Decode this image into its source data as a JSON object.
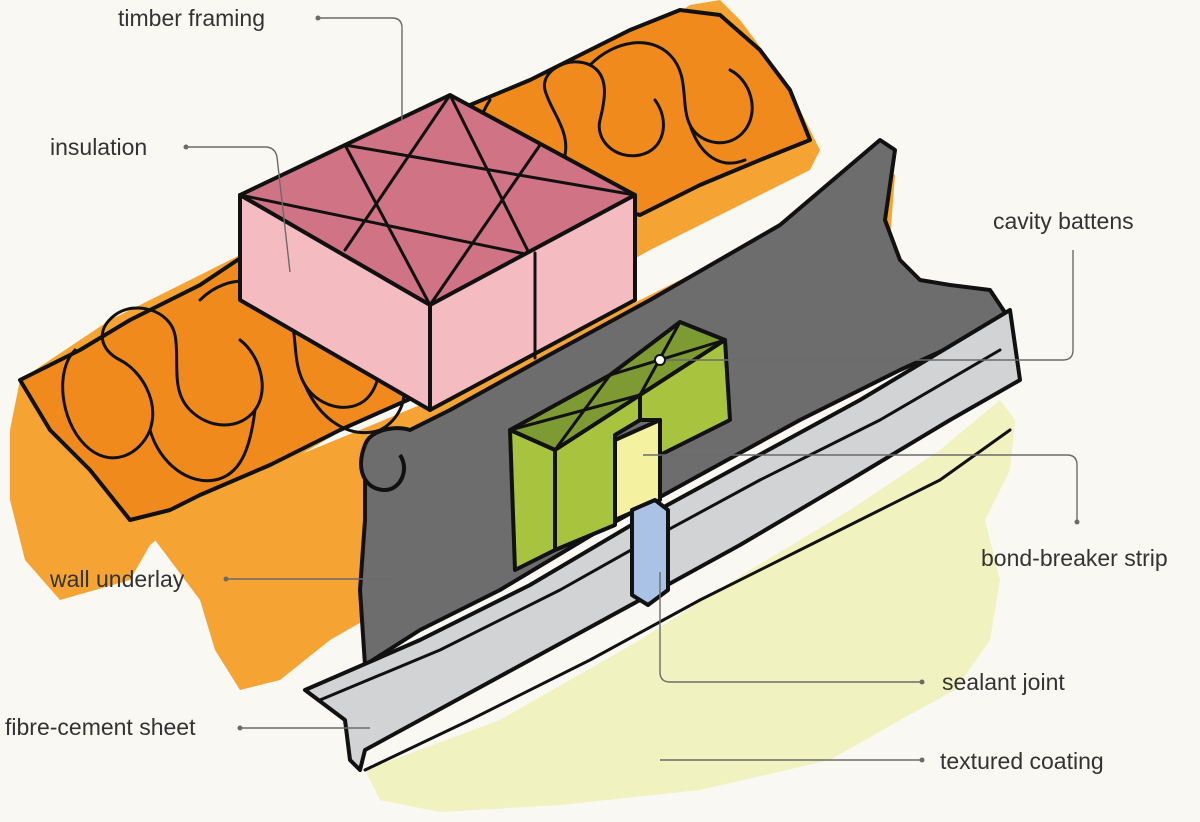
{
  "labels": {
    "timber_framing": "timber framing",
    "insulation": "insulation",
    "cavity_battens": "cavity battens",
    "bond_breaker_strip": "bond-breaker strip",
    "wall_underlay": "wall underlay",
    "sealant_joint": "sealant joint",
    "fibre_cement_sheet": "fibre-cement sheet",
    "textured_coating": "textured coating"
  },
  "colors": {
    "background": "#faf8f3",
    "insulation": "#f08a1c",
    "insulation_backing": "#f5a332",
    "timber_top": "#cf7385",
    "timber_side": "#f4bcc0",
    "wall_underlay": "#6e6d6e",
    "batten_top": "#7d9a33",
    "batten_front": "#a8c43f",
    "bond_breaker": "#f4f2a0",
    "fibre_cement": "#d1d3d4",
    "sealant": "#a9c2e6",
    "textured_coating": "#f0f2bf",
    "leader_line": "#6b6b6b",
    "outline": "#111111"
  }
}
